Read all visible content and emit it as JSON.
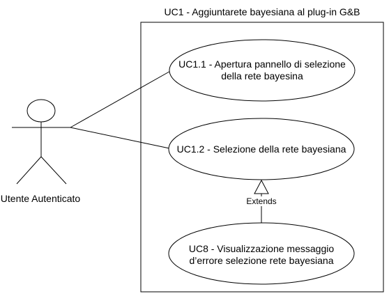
{
  "system": {
    "title": "UC1 - Aggiuntarete bayesiana al plug-in G&B"
  },
  "actor": {
    "name": "Utente Autenticato"
  },
  "use_cases": [
    {
      "id": "uc1_1",
      "lines": [
        "UC1.1 - Apertura pannello di selezione",
        "della rete bayesina"
      ]
    },
    {
      "id": "uc1_2",
      "lines": [
        "UC1.2 - Selezione della rete bayesiana"
      ]
    },
    {
      "id": "uc8",
      "lines": [
        "UC8 - Visualizzazione messaggio",
        "d’errore selezione rete bayesiana"
      ]
    }
  ],
  "relationships": {
    "extends_label": "Extends"
  }
}
